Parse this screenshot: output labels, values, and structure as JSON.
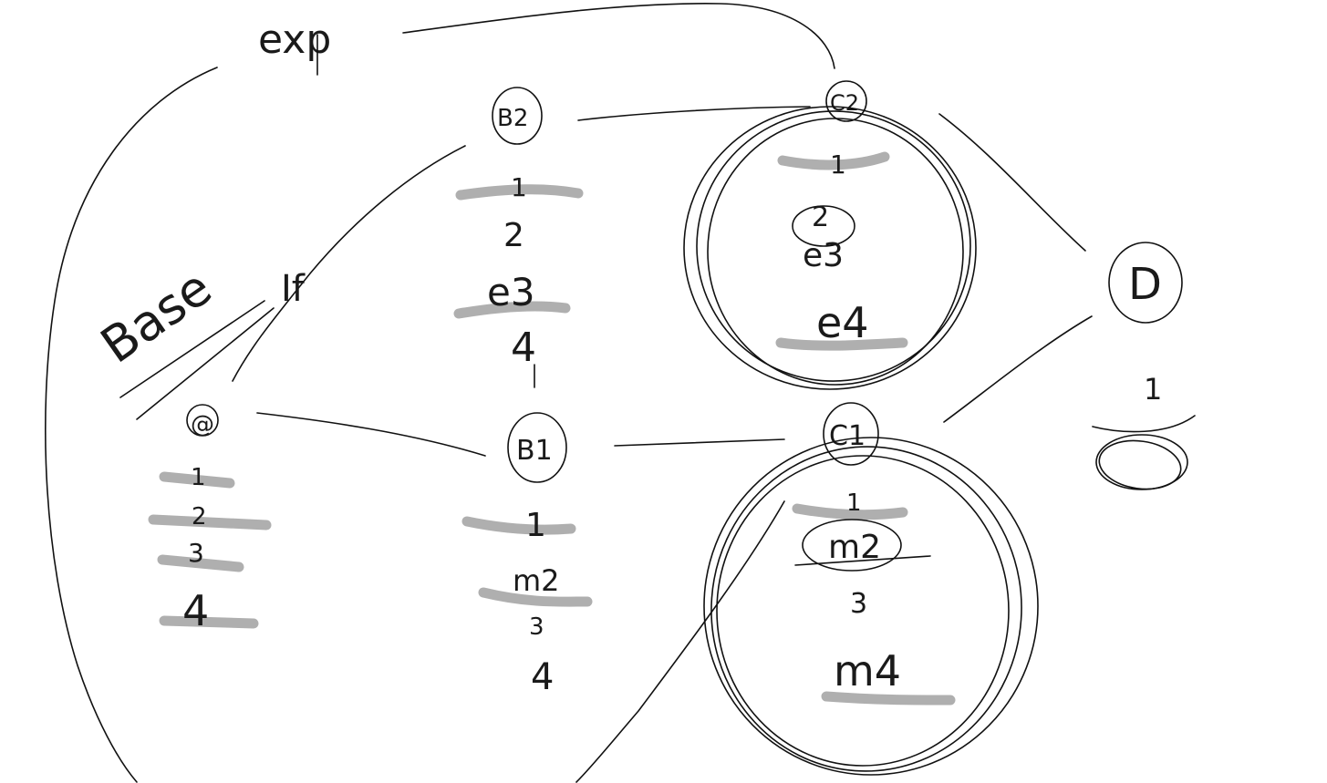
{
  "labels": {
    "exp": "exp",
    "base": "Base",
    "if_mark": "If",
    "a": "@",
    "b2": "B2",
    "b1": "B1",
    "c2": "C2",
    "c1": "C1",
    "d": "D",
    "a_items": [
      "1",
      "2",
      "3",
      "4"
    ],
    "b2_items": [
      "1",
      "2",
      "e3",
      "4"
    ],
    "b1_items": [
      "1",
      "m2",
      "3",
      "4"
    ],
    "c2_items": [
      "1",
      "2",
      "e4"
    ],
    "c2_scribble": "e3",
    "c1_items": [
      "1",
      "m2",
      "3",
      "m4"
    ],
    "d_items": [
      "1",
      "0"
    ]
  },
  "colors": {
    "ink": "#111111",
    "highlight": "#a6a6a6",
    "background": "#ffffff"
  }
}
